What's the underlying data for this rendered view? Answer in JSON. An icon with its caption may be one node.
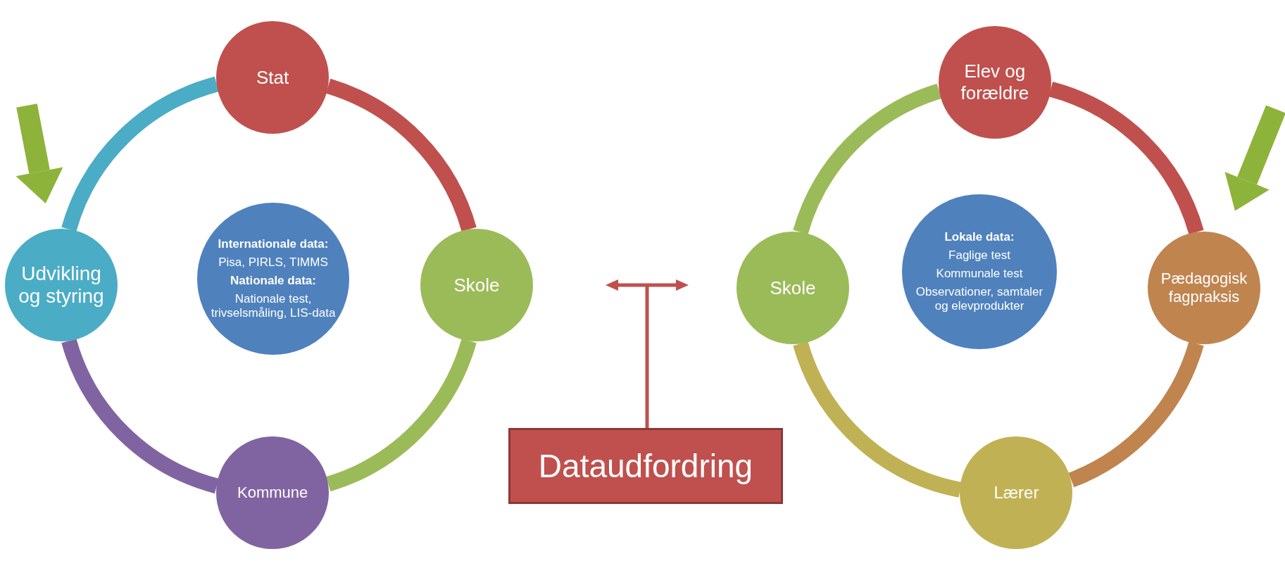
{
  "diagram": {
    "nodes": [
      {
        "text": [
          "Stat"
        ]
      },
      {
        "text": [
          "Udvikling og styring"
        ]
      },
      {
        "text": [
          "Internationale data:",
          "Pisa, PIRLS, TIMMS",
          "Nationale data:",
          "Nationale test, trivselsmåling, LIS-data"
        ]
      },
      {
        "text": [
          "Skole"
        ]
      },
      {
        "text": [
          "Kommune"
        ]
      },
      {
        "text": [
          "Dataudfordring"
        ]
      },
      {
        "text": [
          "Elev og forældre"
        ]
      },
      {
        "text": [
          "Skole"
        ]
      },
      {
        "text": [
          "Lokale data:",
          "Faglige test",
          "Kommunale test",
          "Observationer, samtaler og elevprodukter"
        ]
      },
      {
        "text": [
          "Pædagogisk fagpraksis"
        ]
      },
      {
        "text": [
          "Lærer"
        ]
      }
    ],
    "edges": [
      {
        "from": 1,
        "to": 0,
        "arrow": "none",
        "color": "#4bacc6"
      },
      {
        "from": 0,
        "to": 3,
        "arrow": "none",
        "color": "#c0504d"
      },
      {
        "from": 3,
        "to": 4,
        "arrow": "none",
        "color": "#9bbb59"
      },
      {
        "from": 4,
        "to": 1,
        "arrow": "none",
        "color": "#8064a2"
      },
      {
        "from": null,
        "to": 1,
        "arrow": "to",
        "color": "#8db33a"
      },
      {
        "from": 7,
        "to": 6,
        "arrow": "none",
        "color": "#9bbb59"
      },
      {
        "from": 6,
        "to": 9,
        "arrow": "none",
        "color": "#c0504d"
      },
      {
        "from": 9,
        "to": 10,
        "arrow": "none",
        "color": "#c0844f"
      },
      {
        "from": 10,
        "to": 7,
        "arrow": "none",
        "color": "#c0b154"
      },
      {
        "from": null,
        "to": 9,
        "arrow": "to",
        "color": "#8db33a"
      }
    ]
  }
}
